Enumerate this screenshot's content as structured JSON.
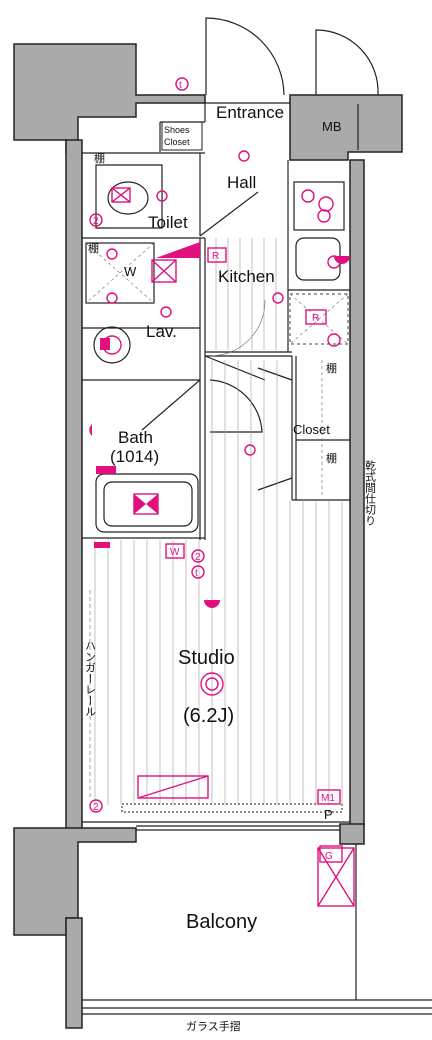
{
  "labels": {
    "entrance": "Entrance",
    "mb": "MB",
    "shoes_closet_line1": "Shoes",
    "shoes_closet_line2": "Closet",
    "hall": "Hall",
    "toilet": "Toilet",
    "kitchen": "Kitchen",
    "lav": "Lav.",
    "bath_line1": "Bath",
    "bath_line2": "(1014)",
    "closet": "Closet",
    "studio": "Studio",
    "studio_size": "(6.2J)",
    "balcony": "Balcony",
    "glass_rail": "ガラス手摺",
    "hanger_rail": "ハンガーレール",
    "dry_partition": "乾式間仕切り",
    "shelf_1": "棚",
    "shelf_2": "棚",
    "shelf_3": "棚",
    "shelf_4": "棚",
    "w_machine": "W",
    "p_box": "P",
    "r_symbol": "R",
    "r_symbol_2": "R",
    "w_outlet": "W",
    "m1_symbol": "M1",
    "g_symbol": "G",
    "t_outlet_1": "t",
    "t_outlet_2": "t",
    "num_2_a": "2",
    "num_2_b": "2",
    "num_2_c": "2"
  },
  "colors": {
    "symbol": "#e0117f",
    "wall_fill": "#aaaaaa",
    "line": "#222222"
  }
}
